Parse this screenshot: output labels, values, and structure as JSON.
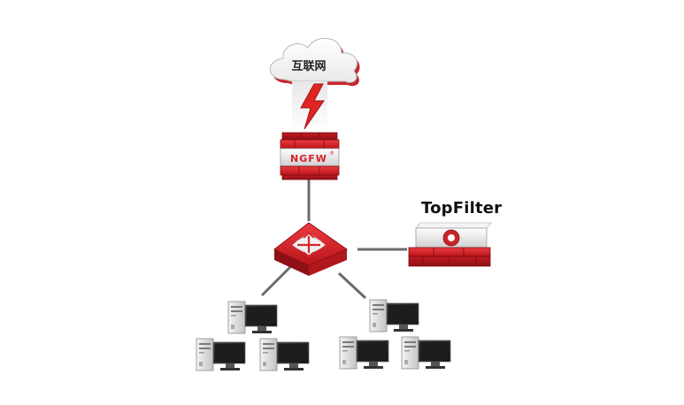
{
  "cloud_label": "互联网",
  "ngfw_label": "NGFW",
  "ngfw_mark": "®",
  "topfilter_label": "TopFilter",
  "colors": {
    "brand_red": "#d7242b",
    "dark_red": "#a4161b",
    "link_gray": "#6b6b6b",
    "cloud_red": "#c8252b",
    "lightning": "#e0241f"
  }
}
